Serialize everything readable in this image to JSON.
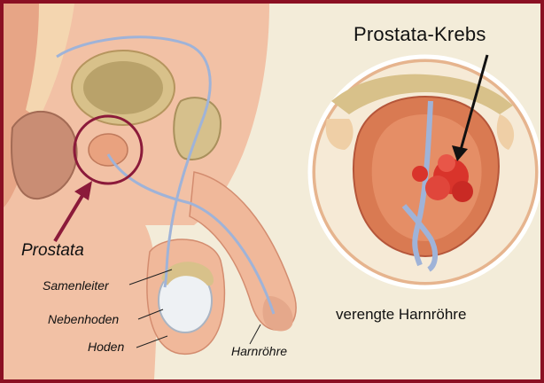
{
  "labels": {
    "prostata_krebs": "Prostata-Krebs",
    "prostata": "Prostata",
    "samenleiter": "Samenleiter",
    "nebenhoden": "Nebenhoden",
    "hoden": "Hoden",
    "harnroehre": "Harnröhre",
    "verengte_harnroehre": "verengte Harnröhre"
  },
  "colors": {
    "frame": "#8b1023",
    "background": "#f3ecd9",
    "skin": "#f0b89a",
    "tissue": "#e9a27f",
    "duct": "#9fb3d8",
    "highlight_circle": "#8b1a3a",
    "tumor": "#d9342b"
  }
}
